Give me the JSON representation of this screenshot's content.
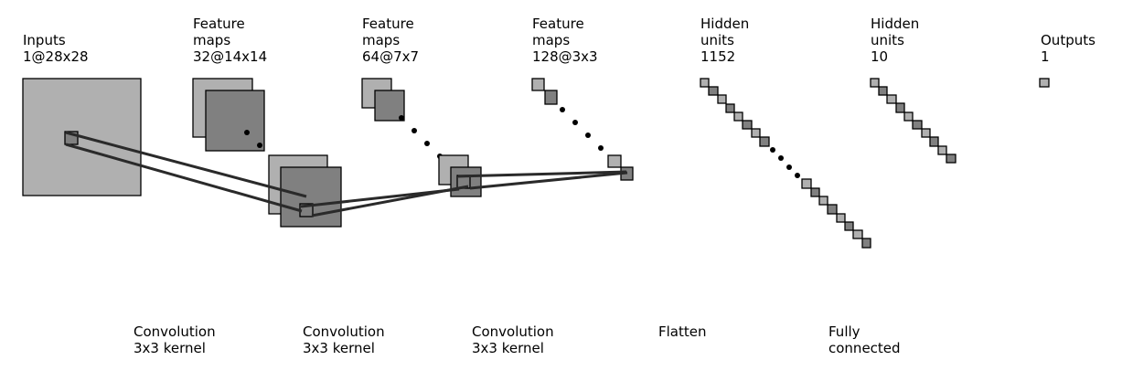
{
  "layers": [
    {
      "line1": "Inputs",
      "line2": "1@28x28",
      "line3": ""
    },
    {
      "line1": "Feature",
      "line2": "maps",
      "line3": "32@14x14"
    },
    {
      "line1": "Feature",
      "line2": "maps",
      "line3": "64@7x7"
    },
    {
      "line1": "Feature",
      "line2": "maps",
      "line3": "128@3x3"
    },
    {
      "line1": "Hidden",
      "line2": "units",
      "line3": "1152"
    },
    {
      "line1": "Hidden",
      "line2": "units",
      "line3": "10"
    },
    {
      "line1": "Outputs",
      "line2": "1",
      "line3": ""
    }
  ],
  "operations": [
    {
      "line1": "Convolution",
      "line2": "3x3 kernel"
    },
    {
      "line1": "Convolution",
      "line2": "3x3 kernel"
    },
    {
      "line1": "Convolution",
      "line2": "3x3 kernel"
    },
    {
      "line1": "Flatten",
      "line2": ""
    },
    {
      "line1": "Fully",
      "line2": "connected"
    }
  ],
  "colors": {
    "light_fill": "#b0b0b0",
    "dark_fill": "#808080",
    "line": "#2a2a2a"
  }
}
